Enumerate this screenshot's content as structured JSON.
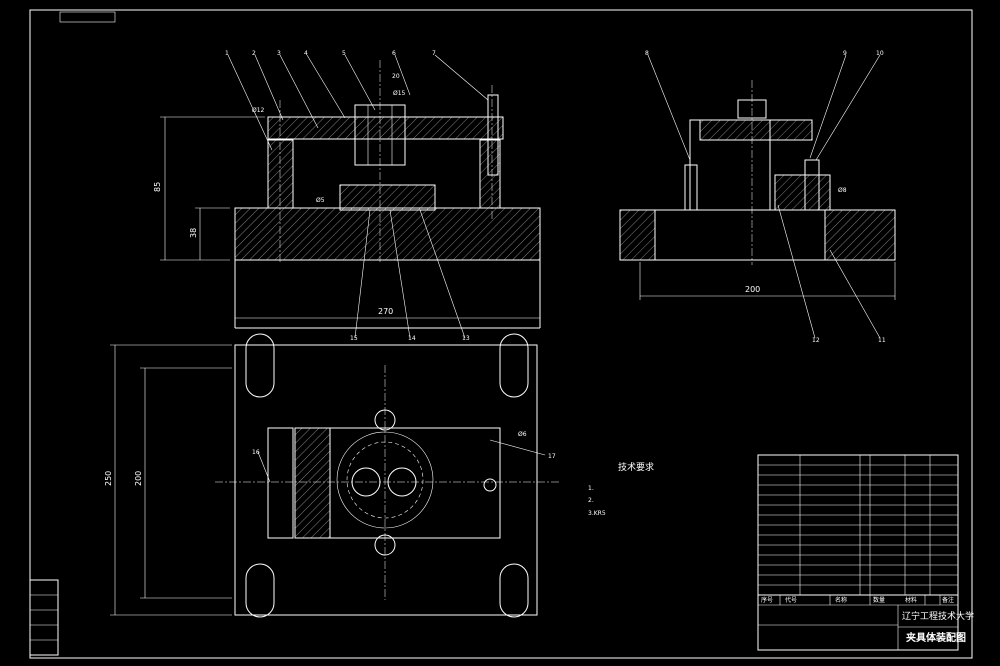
{
  "drawing": {
    "front_view": {
      "dims": {
        "width": "270",
        "height": "85",
        "base": "38"
      },
      "labels": {
        "slot": "20",
        "hole_15": "Ø15",
        "pin_12": "Ø12",
        "pin_5": "Ø5"
      },
      "callouts": [
        "1",
        "2",
        "3",
        "4",
        "5",
        "6",
        "7",
        "13",
        "14",
        "15"
      ]
    },
    "side_view": {
      "dims": {
        "width": "200"
      },
      "labels": {
        "pin_8": "Ø8"
      },
      "callouts": [
        "8",
        "9",
        "10",
        "11",
        "12"
      ]
    },
    "top_view": {
      "dims": {
        "outer_height": "250",
        "inner_height": "200"
      },
      "labels": {
        "pin_6": "Ø6"
      },
      "callouts": [
        "16",
        "17"
      ]
    },
    "tech_requirements": {
      "title": "技术要求",
      "items": [
        "1.",
        "2.",
        "3.KR5"
      ]
    },
    "title_block": {
      "school": "辽宁工程技术大学",
      "drawing_title": "夹具体装配图",
      "header_labels": [
        "序号",
        "代号",
        "名称",
        "数量",
        "材料",
        "备注"
      ]
    },
    "left_block": {
      "rows": [
        "",
        "",
        "",
        "",
        ""
      ]
    }
  }
}
